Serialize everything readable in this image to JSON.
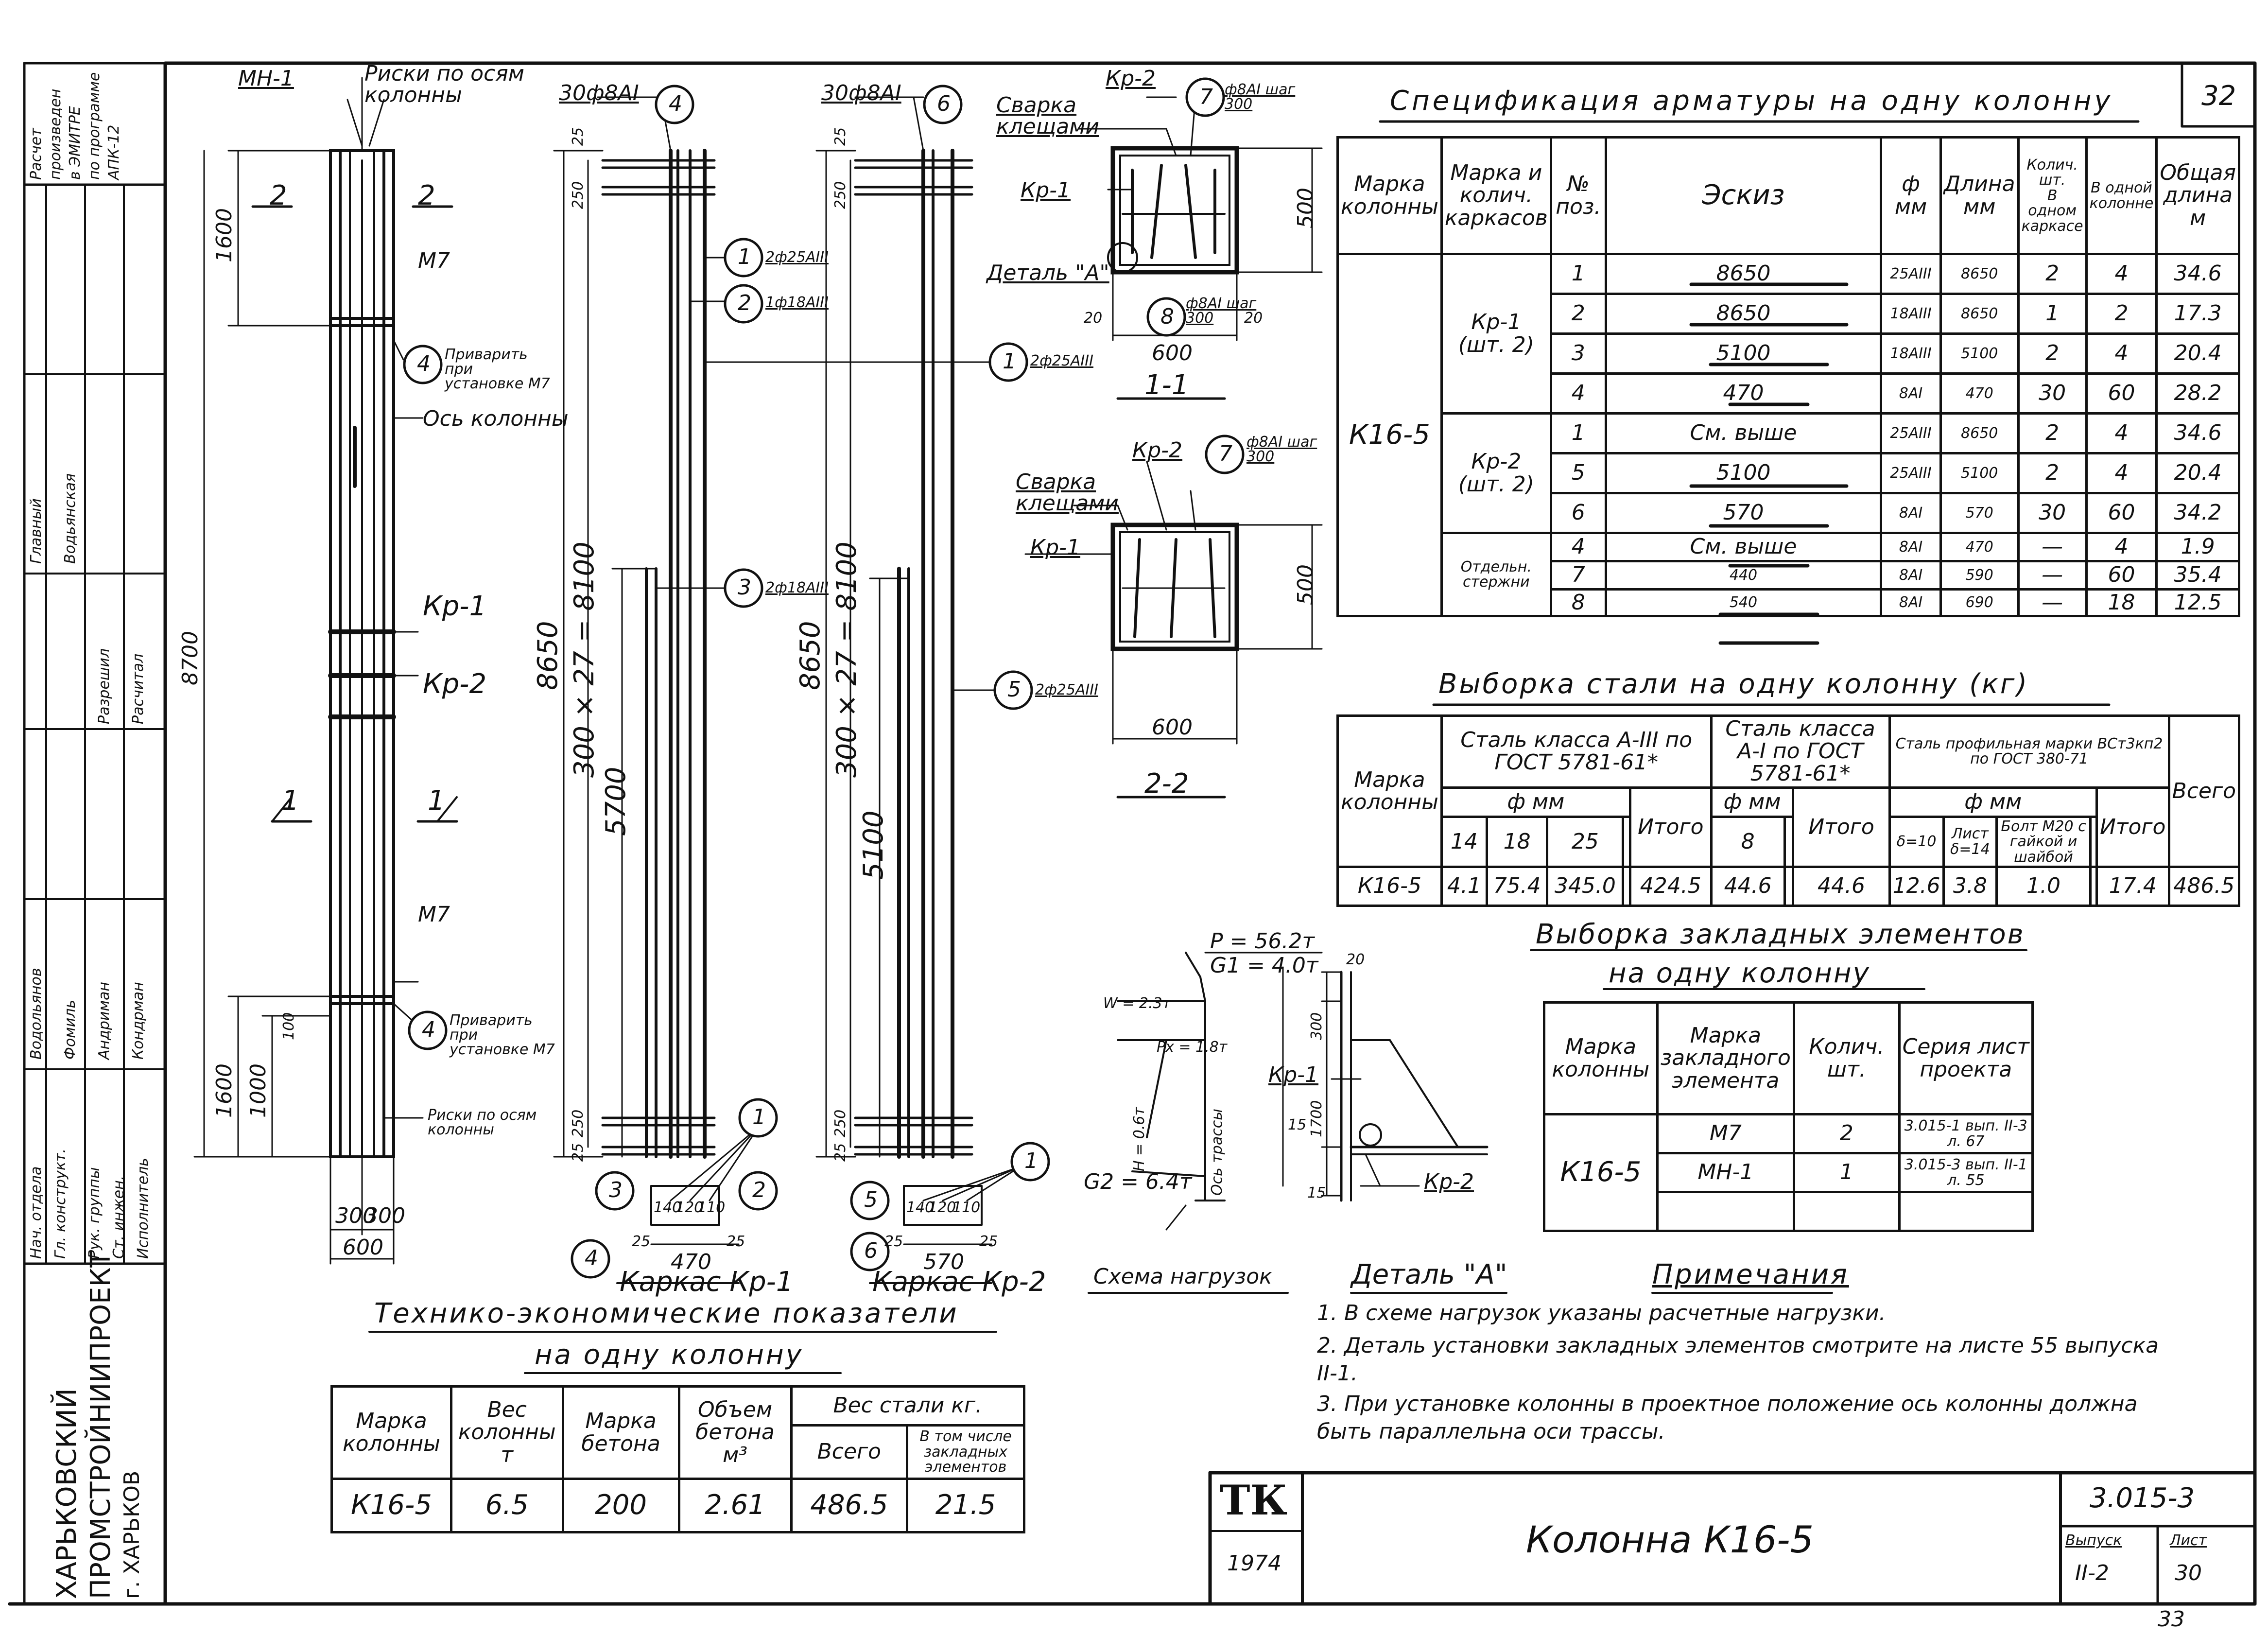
{
  "sheet_number": "32",
  "bottom_right_note": "33",
  "left_margin_note": [
    "Расчет",
    "произведен",
    "в ЭМИТРЕ",
    "по программе",
    "АПК-12"
  ],
  "stamp_roles": [
    "Нач. отдела",
    "Гл. конструкт.",
    "Рук. группы",
    "Ст. инжен.",
    "Исполнитель"
  ],
  "stamp_names": [
    "Водольянов",
    "Фомиль",
    "Андриман",
    "Кондрман"
  ],
  "stamp_approvals": [
    "Главный",
    "Водьянская",
    "Разрешил",
    "Расчитал"
  ],
  "organization": [
    "ХАРЬКОВСКИЙ",
    "ПРОМСТРОЙНИИПРОЕКТ",
    "г. ХАРЬКОВ"
  ],
  "column_elevation": {
    "mh1": "МН-1",
    "marks_axes": "Риски по осям колонны",
    "marks_axes_bottom": "Риски по осям колонны",
    "section_2": "2",
    "section_1": "1",
    "dim_1600_top": "1600",
    "dim_8700": "8700",
    "dim_1600_bot": "1600",
    "dim_1000": "1000",
    "dim_100": "100",
    "m7_top": "М7",
    "m7_bot": "М7",
    "weld_note_top": "Приварить при установке М7",
    "weld_note_bot": "Приварить при установке М7",
    "axis": "Ось колонны",
    "kr1": "Кр-1",
    "kr2": "Кр-2",
    "dim_300a": "300",
    "dim_300b": "300",
    "dim_600": "600",
    "callout_4": "4"
  },
  "cage_kr1": {
    "title": "Каркас Кр-1",
    "top_label": "30ф8АI",
    "pos": "4",
    "dim_25": "25",
    "dim_250": "250",
    "dim_8650": "8650",
    "dim_300x27": "300 × 27 = 8100",
    "dim_5700": "5700",
    "dim_25b": "25",
    "dim_250b": "250",
    "lbl_1": "2ф25АIII",
    "lbl_2": "1ф18АIII",
    "lbl_1b": "2ф25АIII",
    "lbl_3": "2ф18АIII",
    "bot_dims": [
      "25",
      "140",
      "120",
      "110",
      "25"
    ],
    "dim_470": "470",
    "callouts": [
      "1",
      "2",
      "3",
      "4"
    ]
  },
  "cage_kr2": {
    "title": "Каркас Кр-2",
    "top_label": "30ф8АI",
    "pos": "6",
    "dim_25": "25",
    "dim_250": "250",
    "dim_8650": "8650",
    "dim_300x27": "300 × 27 = 8100",
    "dim_5100": "5100",
    "dim_25b": "25",
    "dim_250b": "250",
    "lbl_5": "2ф25АIII",
    "bot_dims": [
      "25",
      "140",
      "120",
      "110",
      "25"
    ],
    "dim_570": "570",
    "callouts": [
      "1",
      "5",
      "6"
    ]
  },
  "section_11": {
    "title": "1-1",
    "kr2": "Кр-2",
    "kr1": "Кр-1",
    "weld": "Сварка клещами",
    "detail_a": "Деталь \"А\"",
    "pos7": "ф8АI шаг 300",
    "pos8": "ф8АI шаг 300",
    "dim_500": "500",
    "dim_600": "600",
    "dim_20a": "20",
    "dim_20b": "20",
    "n7": "7",
    "n8": "8"
  },
  "section_22": {
    "title": "2-2",
    "kr2": "Кр-2",
    "kr1": "Кр-1",
    "weld": "Сварка клещами",
    "pos7": "ф8АI шаг 300",
    "dim_500": "500",
    "dim_600": "600",
    "n7": "7"
  },
  "load_scheme": {
    "title": "Схема нагрузок",
    "p": "P = 56.2т",
    "g1": "G1 = 4.0т",
    "w": "W = 2.3т",
    "px": "Px = 1.8т",
    "h": "H = 0.6т",
    "g2": "G2 = 6.4т",
    "axis": "Ось трассы"
  },
  "detail_a": {
    "title": "Деталь \"А\"",
    "kr1": "Кр-1",
    "kr2": "Кр-2",
    "dim_20": "20",
    "dim_300": "300",
    "dim_1700": "1700",
    "dim_15a": "15",
    "dim_15b": "15"
  },
  "spec_table": {
    "title": "Спецификация арматуры на одну колонну",
    "headers": [
      "Марка колонны",
      "Марка и колич. каркасов",
      "№ поз.",
      "Эскиз",
      "ф мм",
      "Длина мм",
      "В одном каркасе",
      "В одной колонне",
      "Общая длина м"
    ],
    "count_header": "Колич. шт.",
    "column_mark": "К16-5",
    "groups": [
      "Кр-1 (шт. 2)",
      "Кр-2 (шт. 2)",
      "Отдельн. стержни"
    ],
    "rows": [
      {
        "pos": "1",
        "sketch": "8650",
        "dia": "25АIII",
        "len": "8650",
        "n1": "2",
        "n2": "4",
        "total": "34.6"
      },
      {
        "pos": "2",
        "sketch": "8650",
        "dia": "18АIII",
        "len": "8650",
        "n1": "1",
        "n2": "2",
        "total": "17.3"
      },
      {
        "pos": "3",
        "sketch": "5100",
        "dia": "18АIII",
        "len": "5100",
        "n1": "2",
        "n2": "4",
        "total": "20.4"
      },
      {
        "pos": "4",
        "sketch": "470",
        "dia": "8АI",
        "len": "470",
        "n1": "30",
        "n2": "60",
        "total": "28.2"
      },
      {
        "pos": "1",
        "sketch": "См. выше",
        "dia": "25АIII",
        "len": "8650",
        "n1": "2",
        "n2": "4",
        "total": "34.6"
      },
      {
        "pos": "5",
        "sketch": "5100",
        "dia": "25АIII",
        "len": "5100",
        "n1": "2",
        "n2": "4",
        "total": "20.4"
      },
      {
        "pos": "6",
        "sketch": "570",
        "dia": "8АI",
        "len": "570",
        "n1": "30",
        "n2": "60",
        "total": "34.2"
      },
      {
        "pos": "4",
        "sketch": "См. выше",
        "dia": "8АI",
        "len": "470",
        "n1": "—",
        "n2": "4",
        "total": "1.9"
      },
      {
        "pos": "7",
        "sketch": "440",
        "dia": "8АI",
        "len": "590",
        "n1": "—",
        "n2": "60",
        "total": "35.4"
      },
      {
        "pos": "8",
        "sketch": "540",
        "dia": "8АI",
        "len": "690",
        "n1": "—",
        "n2": "18",
        "total": "12.5"
      }
    ]
  },
  "steel_table": {
    "title": "Выборка стали на одну колонну (кг)",
    "col_mark": "Марка колонны",
    "class_a3": "Сталь класса А-III по ГОСТ 5781-61*",
    "class_a1": "Сталь класса А-I по ГОСТ 5781-61*",
    "profile": "Сталь профильная марки ВСт3кп2 по ГОСТ 380-71",
    "dia_mm": "ф мм",
    "a3_dias": [
      "14",
      "18",
      "25"
    ],
    "a1_dias": [
      "8"
    ],
    "profile_dias": [
      "δ=10",
      "Лист δ=14",
      "Болт М20 с гайкой и шайбой"
    ],
    "itogo": "Итого",
    "vsego": "Всего",
    "row": {
      "mark": "К16-5",
      "a3": [
        "4.1",
        "75.4",
        "345.0"
      ],
      "a3_total": "424.5",
      "a1": [
        "44.6"
      ],
      "a1_total": "44.6",
      "profile": [
        "12.6",
        "3.8",
        "1.0"
      ],
      "profile_total": "17.4",
      "total": "486.5"
    }
  },
  "embed_table": {
    "title": "Выборка закладных элементов",
    "subtitle": "на одну колонну",
    "headers": [
      "Марка колонны",
      "Марка закладного элемента",
      "Колич. шт.",
      "Серия лист проекта"
    ],
    "mark": "К16-5",
    "rows": [
      {
        "el": "М7",
        "qty": "2",
        "series": "3.015-1 вып. II-3 л. 67"
      },
      {
        "el": "МН-1",
        "qty": "1",
        "series": "3.015-3 вып. II-1 л. 55"
      }
    ]
  },
  "tech_table": {
    "title": "Технико-экономические показатели",
    "subtitle": "на одну колонну",
    "headers": [
      "Марка колонны",
      "Вес колонны т",
      "Марка бетона",
      "Объем бетона м³",
      "Всего",
      "В том числе закладных элементов"
    ],
    "steel_header": "Вес стали кг.",
    "row": [
      "К16-5",
      "6.5",
      "200",
      "2.61",
      "486.5",
      "21.5"
    ]
  },
  "notes": {
    "title": "Примечания",
    "items": [
      "1. В схеме нагрузок указаны расчетные нагрузки.",
      "2. Деталь установки закладных элементов смотрите на листе 55 выпуска II-1.",
      "3. При установке колонны в проектное положение ось колонны должна быть параллельна оси трассы."
    ]
  },
  "title_block": {
    "logo": "ТК",
    "year": "1974",
    "title": "Колонна К16-5",
    "series": "3.015-3",
    "issue_label": "Выпуск",
    "issue": "II-2",
    "sheet_label": "Лист",
    "sheet": "30"
  }
}
